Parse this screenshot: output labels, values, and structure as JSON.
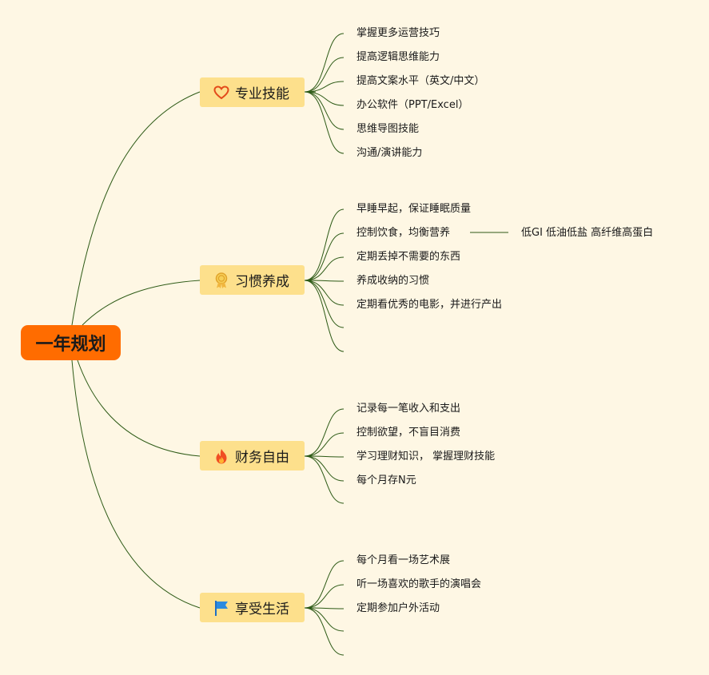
{
  "root": {
    "label": "一年规划"
  },
  "topics": [
    {
      "label": "专业技能",
      "icon": "heart-icon",
      "items": [
        "掌握更多运营技巧",
        "提高逻辑思维能力",
        "提高文案水平（英文/中文）",
        "办公软件（PPT/Excel）",
        "思维导图技能",
        "沟通/演讲能力"
      ]
    },
    {
      "label": "习惯养成",
      "icon": "medal-icon",
      "items": [
        "早睡早起，保证睡眠质量",
        "控制饮食，均衡营养",
        "定期丢掉不需要的东西",
        "养成收纳的习惯",
        "定期看优秀的电影，并进行产出",
        "",
        ""
      ],
      "note": "低GI 低油低盐 高纤维高蛋白"
    },
    {
      "label": "财务自由",
      "icon": "fire-icon",
      "items": [
        "记录每一笔收入和支出",
        "控制欲望，不盲目消费",
        "学习理财知识， 掌握理财技能",
        "每个月存N元",
        ""
      ]
    },
    {
      "label": "享受生活",
      "icon": "flag-icon",
      "items": [
        "每个月看一场艺术展",
        "听一场喜欢的歌手的演唱会",
        "定期参加户外活动",
        "",
        ""
      ]
    }
  ],
  "colors": {
    "root": "#ff6c00",
    "topic": "#fde08c",
    "line": "#2d5a16",
    "background": "#fef7e4"
  }
}
